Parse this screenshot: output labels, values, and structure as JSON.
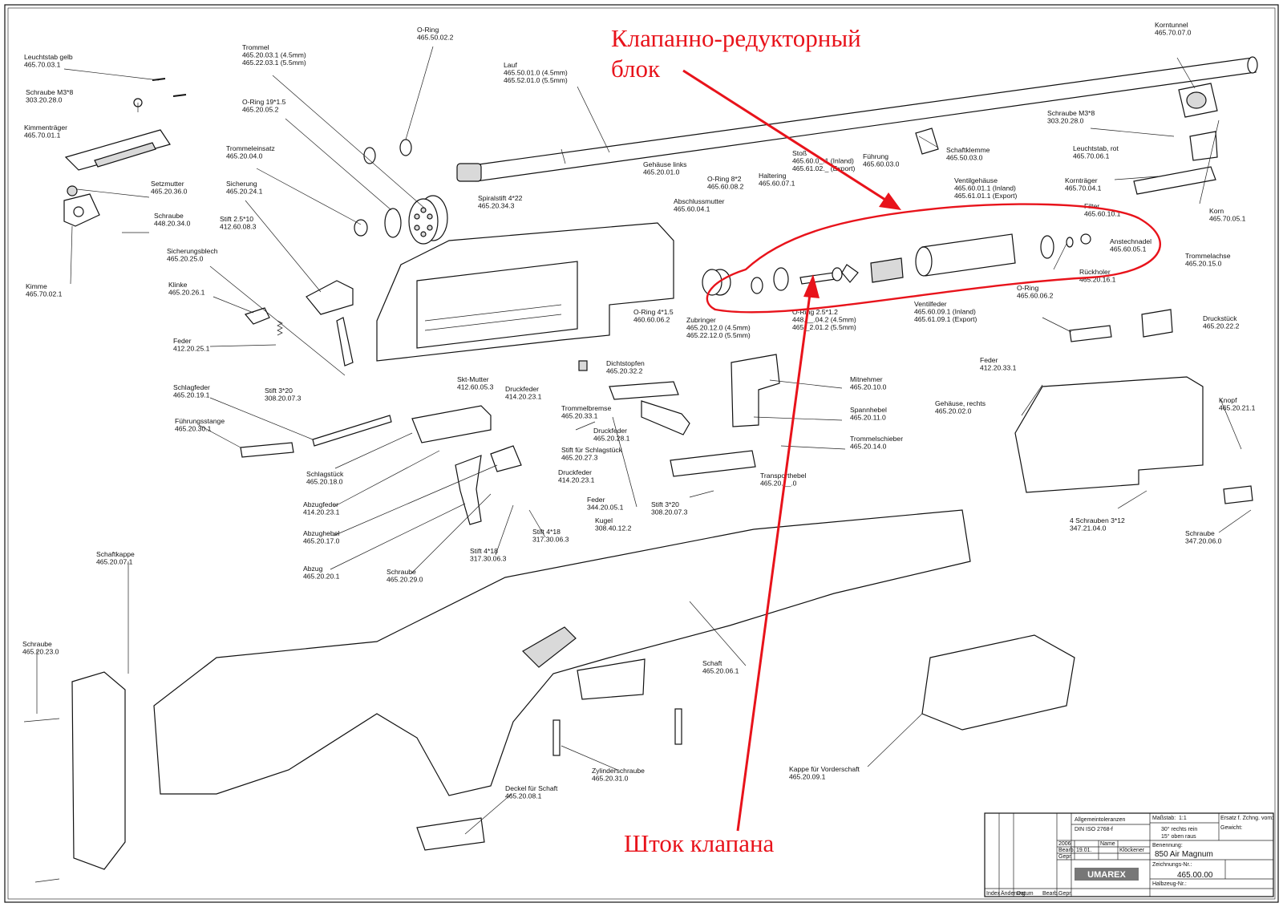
{
  "annotations": {
    "valve_block": [
      "Клапанно-редукторный",
      "блок"
    ],
    "valve_stem": "Шток клапана",
    "color": "#e8131b"
  },
  "parts": {
    "leuchtstab_gelb": [
      "Leuchtstab gelb",
      "465.70.03.1"
    ],
    "schraube_m3_left": [
      "Schraube M3*8",
      "303.20.28.0"
    ],
    "kimmentraeger": [
      "Kimmenträger",
      "465.70.01.1"
    ],
    "setzmutter": [
      "Setzmutter",
      "465.20.36.0"
    ],
    "schraube_448": [
      "Schraube",
      "448.20.34.0"
    ],
    "kimme": [
      "Kimme",
      "465.70.02.1"
    ],
    "trommel": [
      "Trommel",
      "465.20.03.1 (4.5mm)",
      "465.22.03.1 (5.5mm)"
    ],
    "oring_top": [
      "O-Ring",
      "465.50.02.2"
    ],
    "lauf": [
      "Lauf",
      "465.50.01.0 (4.5mm)",
      "465.52.01.0 (5.5mm)"
    ],
    "oring_19": [
      "O-Ring 19*1.5",
      "465.20.05.2"
    ],
    "trommeleinsatz": [
      "Trommeleinsatz",
      "465.20.04.0"
    ],
    "sicherung": [
      "Sicherung",
      "465.20.24.1"
    ],
    "stift_25": [
      "Stift 2.5*10",
      "412.60.08.3"
    ],
    "spiralstift": [
      "Spiralstift 4*22",
      "465.20.34.3"
    ],
    "gehaeuse_links": [
      "Gehäuse links",
      "465.20.01.0"
    ],
    "sicherungsblech": [
      "Sicherungsblech",
      "465.20.25.0"
    ],
    "klinke": [
      "Klinke",
      "465.20.26.1"
    ],
    "feder_412": [
      "Feder",
      "412.20.25.1"
    ],
    "schlagfeder": [
      "Schlagfeder",
      "465.20.19.1"
    ],
    "fuehrungsstange": [
      "Führungsstange",
      "465.20.30.1"
    ],
    "stift_3_20_left": [
      "Stift 3*20",
      "308.20.07.3"
    ],
    "skt_mutter": [
      "Skt-Mutter",
      "412.60.05.3"
    ],
    "druckfeder_a": [
      "Druckfeder",
      "414.20.23.1"
    ],
    "trommelbremse": [
      "Trommelbremse",
      "465.20.33.1"
    ],
    "dichtstopfen": [
      "Dichtstopfen",
      "465.20.32.2"
    ],
    "oring_4": [
      "O-Ring 4*1.5",
      "460.60.06.2"
    ],
    "zubringer": [
      "Zubringer",
      "465.20.12.0 (4.5mm)",
      "465.22.12.0 (5.5mm)"
    ],
    "oring_8": [
      "O-Ring 8*2",
      "465.60.08.2"
    ],
    "abschlussmutter": [
      "Abschlussmutter",
      "465.60.04.1"
    ],
    "haltering": [
      "Haltering",
      "465.60.07.1"
    ],
    "stoessel": [
      "Stoß",
      "465.60.0_.1 (Inland)",
      "465.61.02._ (Export)"
    ],
    "fuehrung": [
      "Führung",
      "465.60.03.0"
    ],
    "ventilgehaeuse": [
      "Ventilgehäuse",
      "465.60.01.1 (Inland)",
      "465.61.01.1 (Export)"
    ],
    "filter": [
      "Filter",
      "465.60.10.1"
    ],
    "anstechnadel": [
      "Anstechnadel",
      "465.60.05.1"
    ],
    "oring_465_60_06": [
      "O-Ring",
      "465.60.06.2"
    ],
    "ventilfeder": [
      "Ventilfeder",
      "465.60.09.1 (Inland)",
      "465.61.09.1 (Export)"
    ],
    "oring_25": [
      "O-Ring 2.5*1.2",
      "448.__.04.2 (4.5mm)",
      "465._2.01.2 (5.5mm)"
    ],
    "schaftklemme": [
      "Schaftklemme",
      "465.50.03.0"
    ],
    "korntunnel": [
      "Korntunnel",
      "465.70.07.0"
    ],
    "schraube_m3_right": [
      "Schraube M3*8",
      "303.20.28.0"
    ],
    "leuchtstab_rot": [
      "Leuchtstab, rot",
      "465.70.06.1"
    ],
    "korntraeger": [
      "Kornträger",
      "465.70.04.1"
    ],
    "korn": [
      "Korn",
      "465.70.05.1"
    ],
    "trommelachse": [
      "Trommelachse",
      "465.20.15.0"
    ],
    "rueckholer": [
      "Rückholer",
      "465.20.16.1"
    ],
    "druckstueck": [
      "Druckstück",
      "465.20.22.2"
    ],
    "feder_412_33": [
      "Feder",
      "412.20.33.1"
    ],
    "mitnehmer": [
      "Mitnehmer",
      "465.20.10.0"
    ],
    "spannhebel": [
      "Spannhebel",
      "465.20.11.0"
    ],
    "trommelschieber": [
      "Trommelschieber",
      "465.20.14.0"
    ],
    "gehaeuse_rechts": [
      "Gehäuse, rechts",
      "465.20.02.0"
    ],
    "knopf": [
      "Knopf",
      "465.20.21.1"
    ],
    "schlagstueck": [
      "Schlagstück",
      "465.20.18.0"
    ],
    "stift_schlagstueck": [
      "Stift für Schlagstück",
      "465.20.27.3"
    ],
    "druckfeder_465_28": [
      "Druckfeder",
      "465.20.28.1"
    ],
    "druckfeder_b": [
      "Druckfeder",
      "414.20.23.1"
    ],
    "abzugfeder": [
      "Abzugfeder",
      "414.20.23.1"
    ],
    "abzughebel": [
      "Abzughebel",
      "465.20.17.0"
    ],
    "abzug": [
      "Abzug",
      "465.20.20.1"
    ],
    "schraube_465_29": [
      "Schraube",
      "465.20.29.0"
    ],
    "stift_4_18_a": [
      "Stift 4*18",
      "317.30.06.3"
    ],
    "stift_4_18_b": [
      "Stift 4*18",
      "317.30.06.3"
    ],
    "feder_344": [
      "Feder",
      "344.20.05.1"
    ],
    "kugel": [
      "Kugel",
      "308.40.12.2"
    ],
    "stift_3_20_mid": [
      "Stift 3*20",
      "308.20.07.3"
    ],
    "transporthebel": [
      "Transporthebel",
      "465.20.__.0"
    ],
    "schrauben_4": [
      "4 Schrauben 3*12",
      "347.21.04.0"
    ],
    "schraube_347": [
      "Schraube",
      "347.20.06.0"
    ],
    "schaftkappe": [
      "Schaftkappe",
      "465.20.07.1"
    ],
    "schraube_465_23": [
      "Schraube",
      "465.20.23.0"
    ],
    "schaft": [
      "Schaft",
      "465.20.06.1"
    ],
    "zylinderschraube": [
      "Zylinderschraube",
      "465.20.31.0"
    ],
    "deckel": [
      "Deckel für Schaft",
      "465.20.08.1"
    ],
    "kappe_vorderschaft": [
      "Kappe für Vorderschaft",
      "465.20.09.1"
    ]
  },
  "title_block": {
    "tolerances": [
      "Allgemeintoleranzen",
      "DIN ISO 2768-f"
    ],
    "scale_label": "Maßstab:",
    "scale": "1:1",
    "notes": [
      "30° rechts rein",
      "15° oben raus"
    ],
    "weight_label": "Gewicht:",
    "year": "2006",
    "name_col": "Name",
    "date": "19.01.",
    "person": "Klöckener",
    "bearb": "Bearb.",
    "gepr": "Gepr.",
    "benennung_label": "Benennung:",
    "benennung": "850 Air Magnum",
    "zeichnung_label": "Zeichnungs-Nr.:",
    "drawing_number": "465.00.00",
    "brand": "UMAREX",
    "hilfsnr_label": "Halbzeug-Nr.:",
    "revision_cols": [
      "Index",
      "Änderung",
      "Datum",
      "Bearb.",
      "Gepr."
    ],
    "ersatz": "Ersatz f. Zchng. vom:"
  }
}
